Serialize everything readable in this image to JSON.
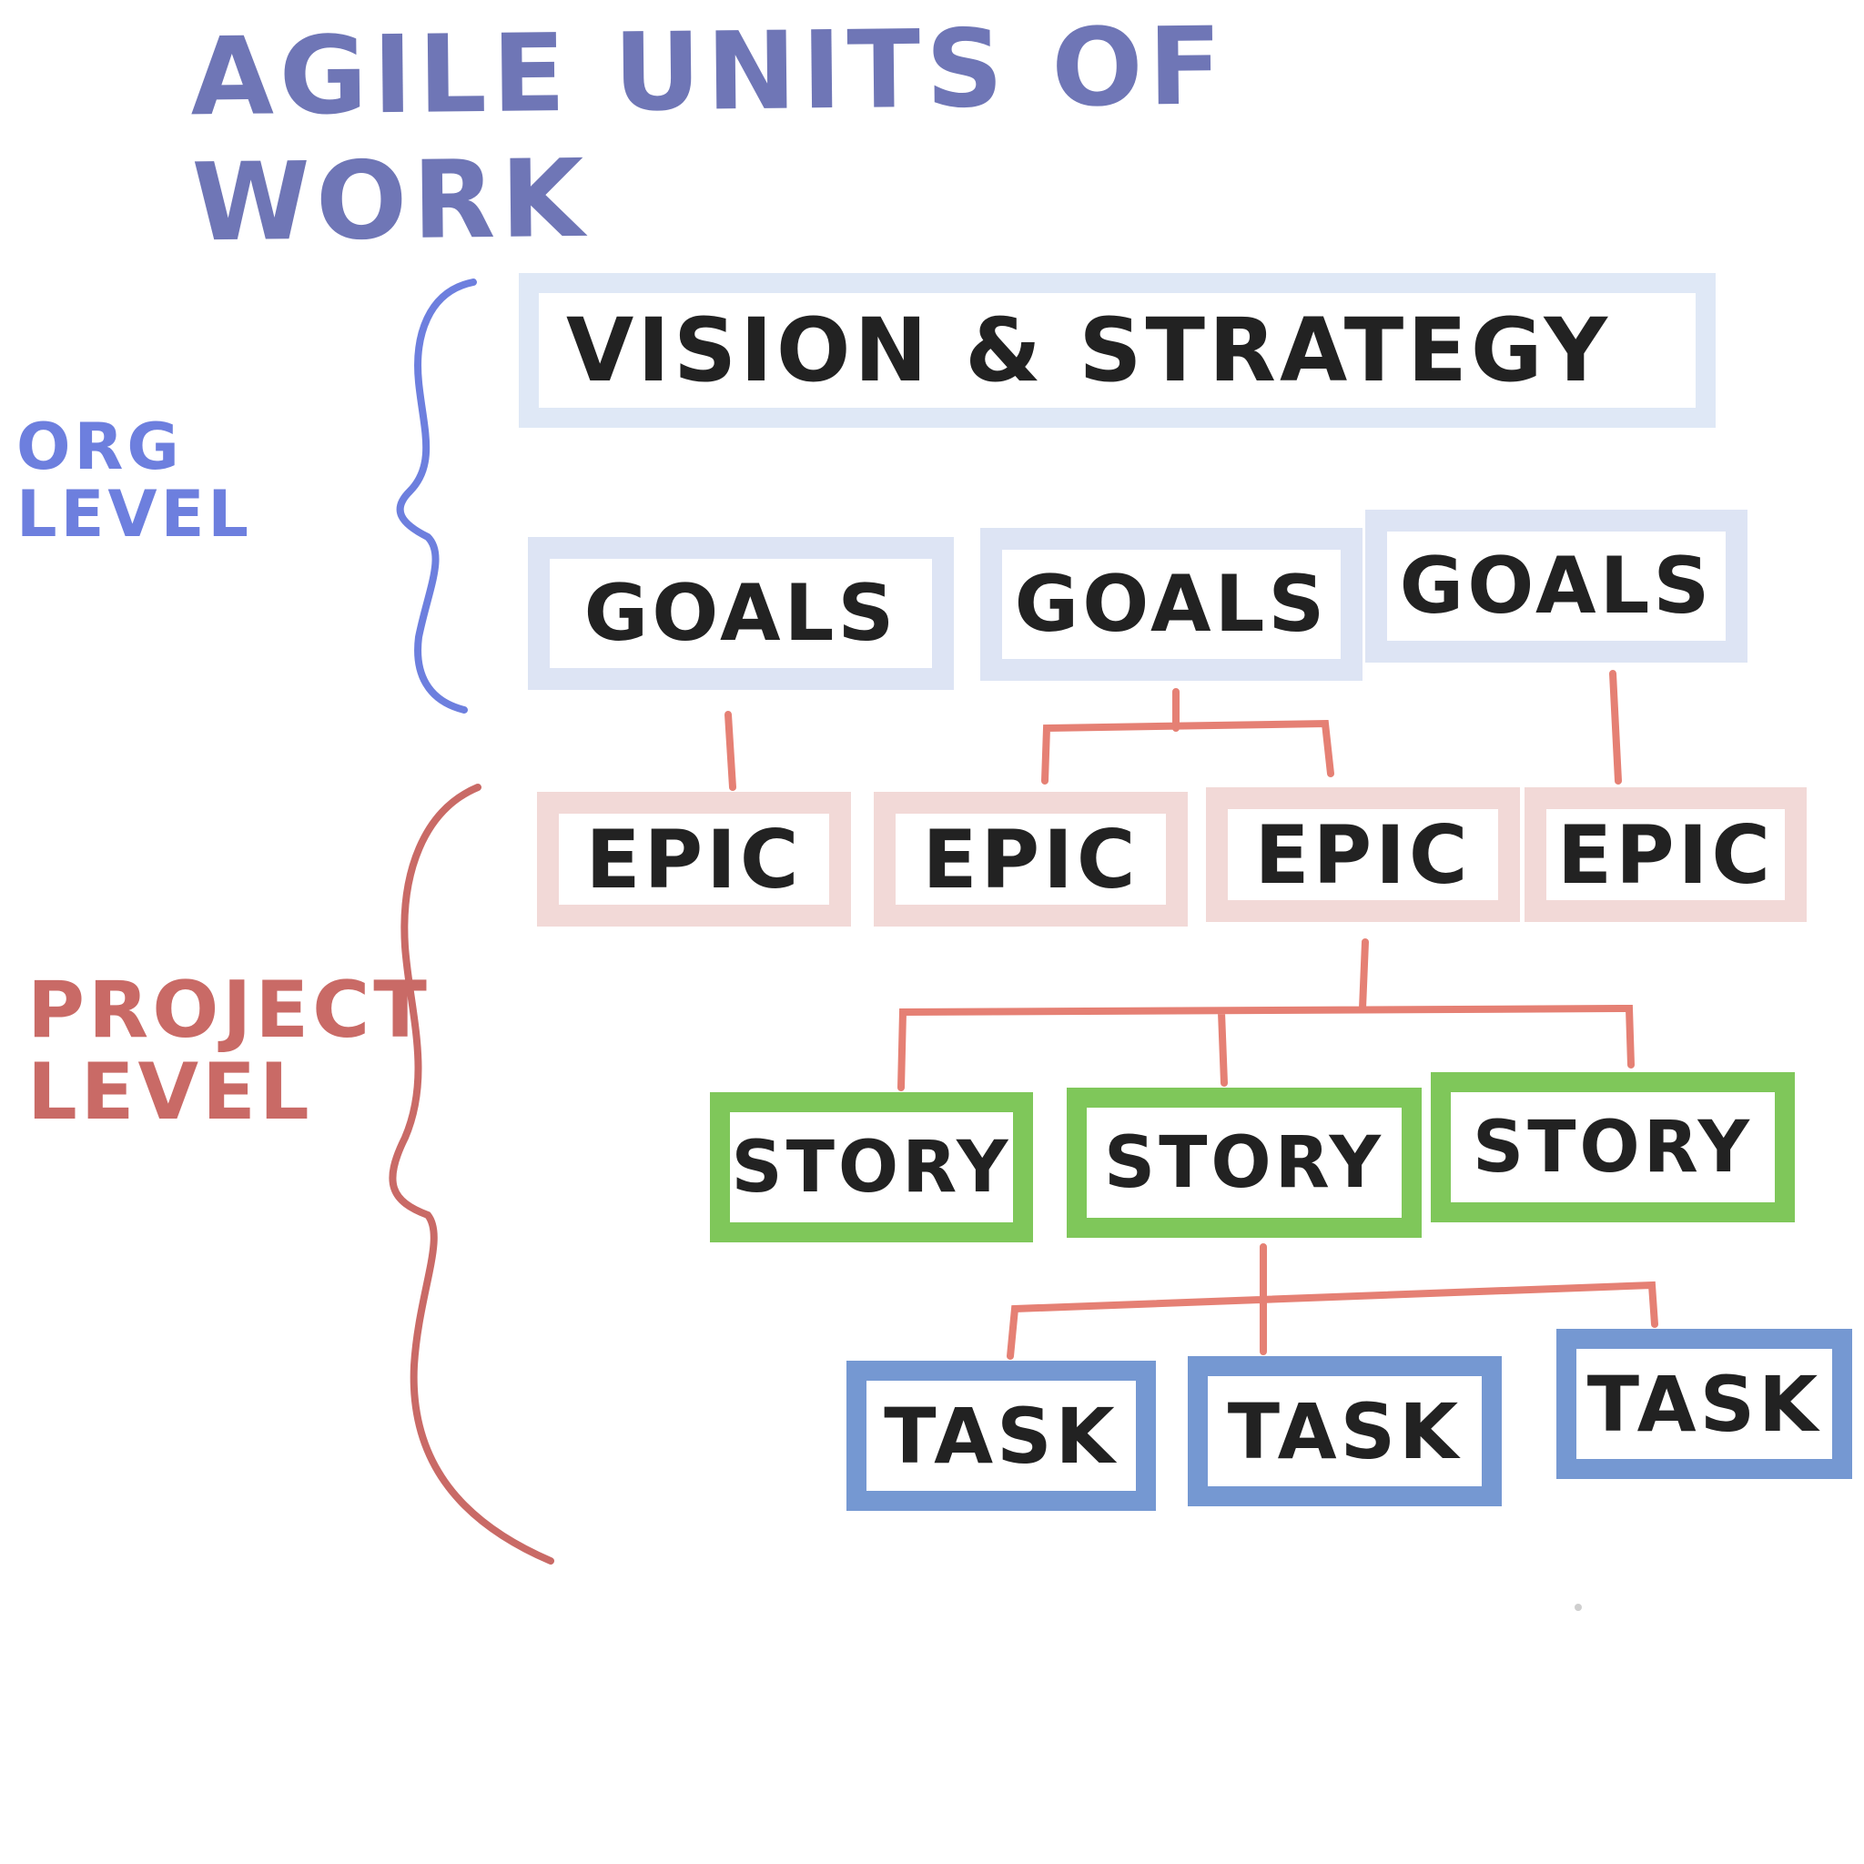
{
  "title": "AGILE UNITS OF WORK",
  "groups": {
    "org": {
      "line1": "ORG",
      "line2": "LEVEL",
      "color": "#6d7fde"
    },
    "project": {
      "line1": "PROJECT",
      "line2": "LEVEL",
      "color": "#c96a66"
    }
  },
  "nodes": {
    "vision": "VISION & STRATEGY",
    "goals": [
      "GOALS",
      "GOALS",
      "GOALS"
    ],
    "epics": [
      "EPIC",
      "EPIC",
      "EPIC",
      "EPIC"
    ],
    "stories": [
      "STORY",
      "STORY",
      "STORY"
    ],
    "tasks": [
      "TASK",
      "TASK",
      "TASK"
    ]
  },
  "colors": {
    "title": "#6f76b6",
    "vision_border": "#dfe8f6",
    "goal_border": "#dde4f4",
    "epic_border": "#f2d9d7",
    "story_border": "#7fc75a",
    "task_border": "#7598d2",
    "connector": "#e58074"
  }
}
